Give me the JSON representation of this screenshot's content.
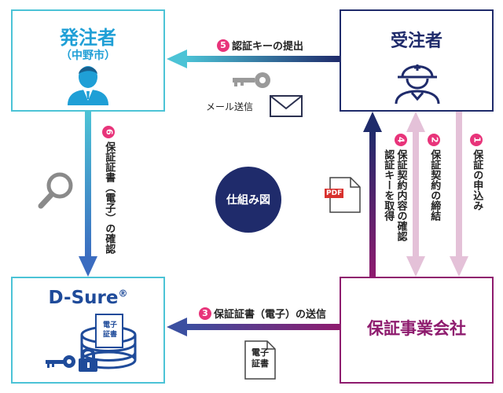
{
  "orderer": {
    "title": "発注者",
    "subtitle": "（中野市）"
  },
  "contractor": {
    "title": "受注者"
  },
  "dsure": {
    "title": "D-Sure",
    "mark": "®"
  },
  "company": {
    "title": "保証事業会社"
  },
  "center": {
    "label": "仕組み図"
  },
  "steps": {
    "s1": {
      "num": "1",
      "text": "保証の申込み"
    },
    "s2": {
      "num": "2",
      "text": "保証契約の締結"
    },
    "s3": {
      "num": "3",
      "text": "保証証書（電子）の送信"
    },
    "s4": {
      "num": "4",
      "line1": "保証契約内容の確認",
      "line2": "認証キーを取得"
    },
    "s5": {
      "num": "5",
      "text": "認証キーの提出"
    },
    "s6": {
      "num": "6",
      "text": "保証証書（電子）の確認"
    }
  },
  "mail_label": "メール送信",
  "pdf_label": "PDF",
  "doc_icon_text": {
    "line1": "電子",
    "line2": "証書"
  },
  "colors": {
    "cyan": "#4cc3d6",
    "navy": "#1f2b6b",
    "magenta": "#8e1b6e",
    "pink": "#e8347a",
    "light_pink": "#e4c1d8",
    "blue": "#1f9fd6"
  },
  "icons": {
    "orderer": "person-suit-icon",
    "contractor": "worker-helmet-icon",
    "key": "key-icon",
    "mail": "envelope-icon",
    "search": "magnifier-icon",
    "pdf": "pdf-file-icon",
    "document": "document-icon",
    "database": "database-icon",
    "lock": "lock-icon"
  }
}
